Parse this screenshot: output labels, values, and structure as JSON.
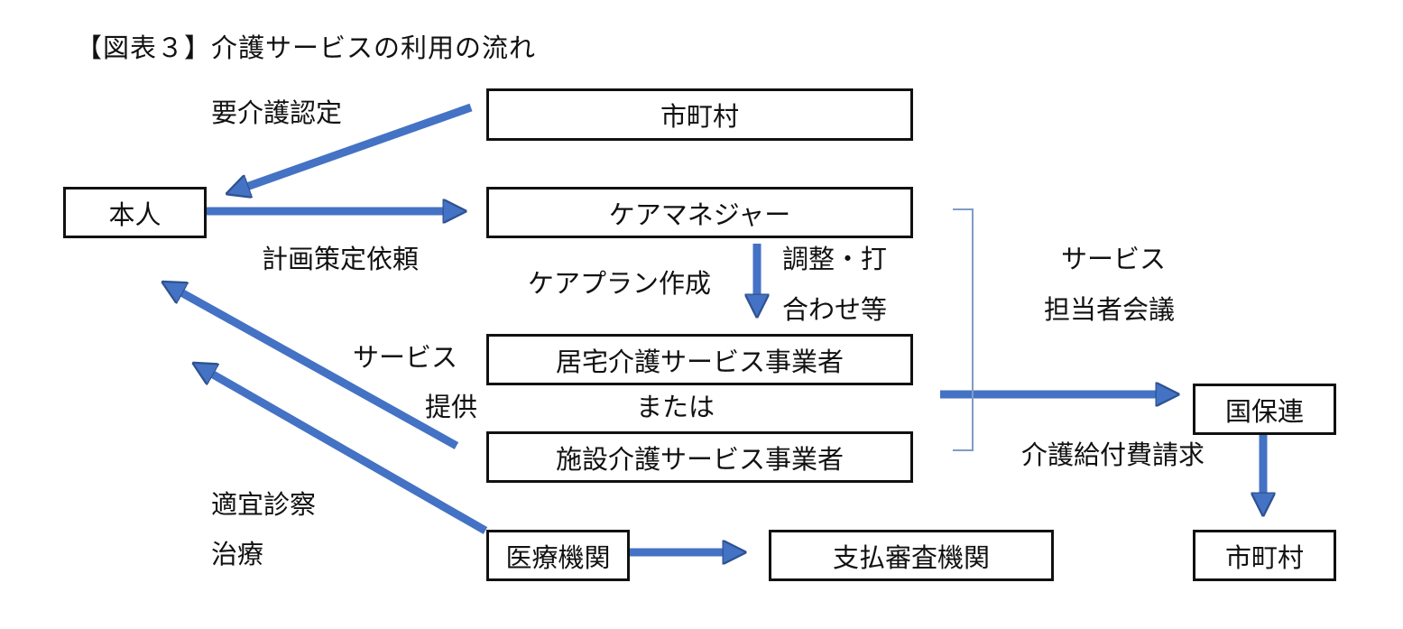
{
  "title": "【図表３】介護サービスの利用の流れ",
  "boxes": {
    "municipality_top": "市町村",
    "person": "本人",
    "care_manager": "ケアマネジャー",
    "home_care_provider": "居宅介護サービス事業者",
    "facility_care_provider": "施設介護サービス事業者",
    "medical_institution": "医療機関",
    "payment_review_org": "支払審査機関",
    "national_health_federation": "国保連",
    "municipality_bottom": "市町村"
  },
  "labels": {
    "care_certification": "要介護認定",
    "plan_request": "計画策定依頼",
    "care_plan_creation": "ケアプラン作成",
    "coordination_1": "調整・打",
    "coordination_2": "合わせ等",
    "service_provision_1": "サービス",
    "service_provision_2": "提供",
    "or": "または",
    "service_meeting_1": "サービス",
    "service_meeting_2": "担当者会議",
    "benefit_claim": "介護給付費請求",
    "exam_1": "適宜診察",
    "exam_2": "治療"
  },
  "colors": {
    "arrow_fill": "#4472C4",
    "arrow_stroke": "#2F528F",
    "bracket": "#7F9CC6"
  }
}
